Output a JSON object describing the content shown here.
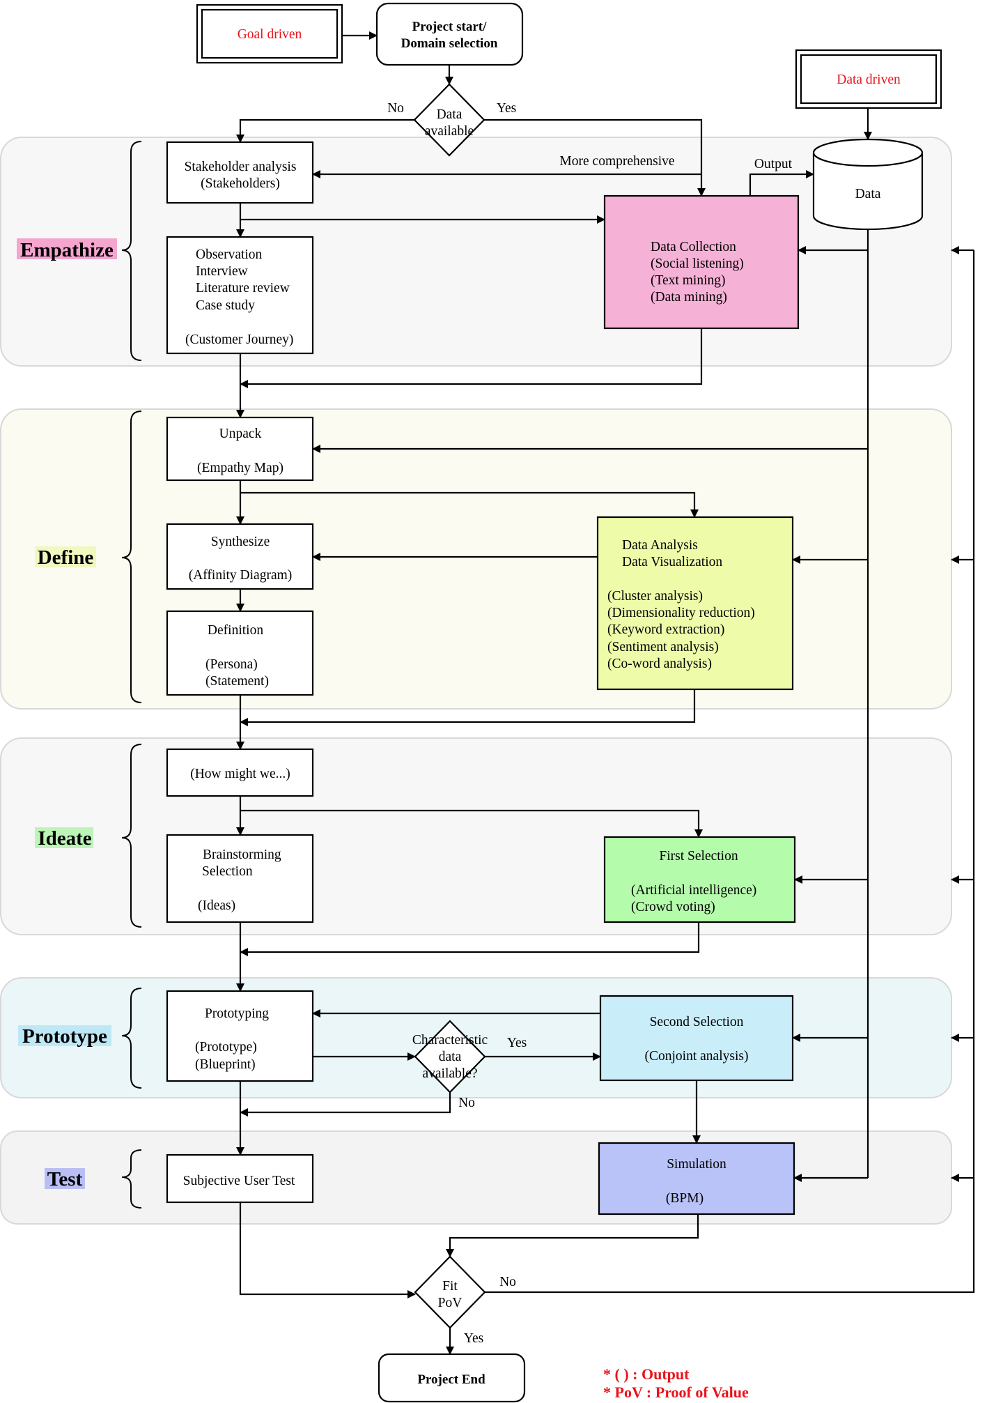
{
  "phases": {
    "empathize": {
      "label": "Empathize",
      "highlight": "#f4a6cf"
    },
    "define": {
      "label": "Define",
      "highlight": "#f0f8c0"
    },
    "ideate": {
      "label": "Ideate",
      "highlight": "#bdf4b8"
    },
    "prototype": {
      "label": "Prototype",
      "highlight": "#bfe8f6"
    },
    "test": {
      "label": "Test",
      "highlight": "#b9bff4"
    }
  },
  "band_colors": {
    "empathize": "#f7f7f7",
    "define": "#fbfbf1",
    "ideate": "#f7f7f7",
    "prototype": "#eaf6f8",
    "test": "#f3f3f3"
  },
  "drivers": {
    "goal": "Goal driven",
    "data": "Data driven"
  },
  "start": {
    "line1": "Project start/",
    "line2": "Domain selection"
  },
  "end": "Project End",
  "decisions": {
    "data_available": {
      "line1": "Data",
      "line2": "available",
      "no": "No",
      "yes": "Yes"
    },
    "characteristic": {
      "line1": "Characteristic",
      "line2": "data",
      "line3": "available?",
      "yes": "Yes",
      "no": "No"
    },
    "fit_pov": {
      "line1": "Fit",
      "line2": "PoV",
      "no": "No",
      "yes": "Yes"
    }
  },
  "data_store": "Data",
  "flow_labels": {
    "more_comprehensive": "More comprehensive",
    "output": "Output"
  },
  "boxes": {
    "stakeholder": [
      "Stakeholder analysis",
      "(Stakeholders)"
    ],
    "observation": [
      "Observation",
      "Interview",
      "Literature review",
      "Case study",
      "(Customer Journey)"
    ],
    "data_collection": {
      "lines": [
        "Data Collection",
        "(Social listening)",
        "(Text mining)",
        "(Data mining)"
      ],
      "color": "#f6b1d6"
    },
    "unpack": [
      "Unpack",
      "(Empathy Map)"
    ],
    "synthesize": [
      "Synthesize",
      "(Affinity Diagram)"
    ],
    "definition": [
      "Definition",
      "(Persona)",
      "(Statement)"
    ],
    "data_analysis": {
      "lines": [
        "Data Analysis",
        "Data Visualization",
        "(Cluster analysis)",
        "(Dimensionality reduction)",
        "(Keyword extraction)",
        "(Sentiment analysis)",
        "(Co-word analysis)"
      ],
      "color": "#eefcaa"
    },
    "hmw": [
      "(How might we...)"
    ],
    "brainstorming": [
      "Brainstorming",
      "Selection",
      "(Ideas)"
    ],
    "first_selection": {
      "lines": [
        "First Selection",
        "(Artificial intelligence)",
        "(Crowd voting)"
      ],
      "color": "#b5fbac"
    },
    "prototyping": [
      "Prototyping",
      "(Prototype)",
      "(Blueprint)"
    ],
    "second_selection": {
      "lines": [
        "Second Selection",
        "(Conjoint analysis)"
      ],
      "color": "#c9eefa"
    },
    "user_test": [
      "Subjective User Test"
    ],
    "simulation": {
      "lines": [
        "Simulation",
        "(BPM)"
      ],
      "color": "#bac3f8"
    }
  },
  "legend": [
    "* ( )     : Output",
    "* PoV  : Proof of Value"
  ]
}
